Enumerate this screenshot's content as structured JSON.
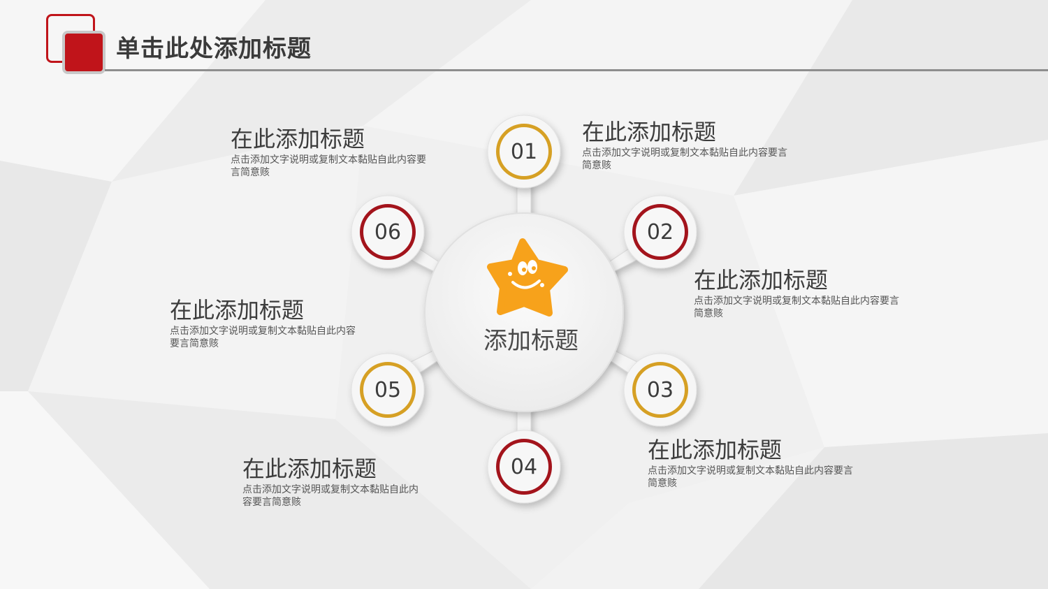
{
  "header": {
    "title": "单击此处添加标题"
  },
  "diagram": {
    "center_title": "添加标题",
    "center_icon": "smiling-star-icon",
    "colors": {
      "red": "#a3141c",
      "gold": "#d6a024",
      "star": "#f7a21b"
    },
    "items": [
      {
        "number": "01",
        "heading": "在此添加标题",
        "desc_l1": "点击添加文字说明或复制文本黏贴自此内容要言",
        "desc_l2": "简意赅"
      },
      {
        "number": "02",
        "heading": "在此添加标题",
        "desc_l1": "点击添加文字说明或复制文本黏贴自此内容要言",
        "desc_l2": "简意赅"
      },
      {
        "number": "03",
        "heading": "在此添加标题",
        "desc_l1": "点击添加文字说明或复制文本黏贴自此内容要言",
        "desc_l2": "简意赅"
      },
      {
        "number": "04",
        "heading": "在此添加标题",
        "desc_l1": "点击添加文字说明或复制文本黏贴自此内",
        "desc_l2": "容要言简意赅"
      },
      {
        "number": "05",
        "heading": "在此添加标题",
        "desc_l1": "点击添加文字说明或复制文本黏贴自此内容",
        "desc_l2": "要言简意赅"
      },
      {
        "number": "06",
        "heading": "在此添加标题",
        "desc_l1": "点击添加文字说明或复制文本黏贴自此内容要",
        "desc_l2": "言简意赅"
      }
    ]
  }
}
